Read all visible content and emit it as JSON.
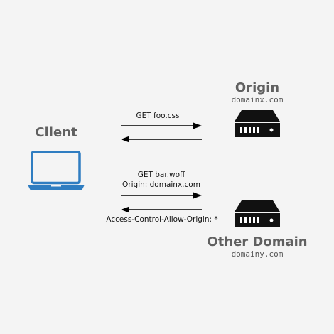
{
  "client": {
    "label": "Client",
    "icon": "laptop-icon",
    "color": "#2f7dc1"
  },
  "origin": {
    "label": "Origin",
    "host": "domainx.com",
    "icon": "server-icon"
  },
  "other": {
    "label": "Other Domain",
    "host": "domainy.com",
    "icon": "server-icon"
  },
  "messages": {
    "get_foo": "GET foo.css",
    "get_bar": "GET bar.woff",
    "origin_header": "Origin: domainx.com",
    "acao_header": "Access-Control-Allow-Origin: *"
  }
}
